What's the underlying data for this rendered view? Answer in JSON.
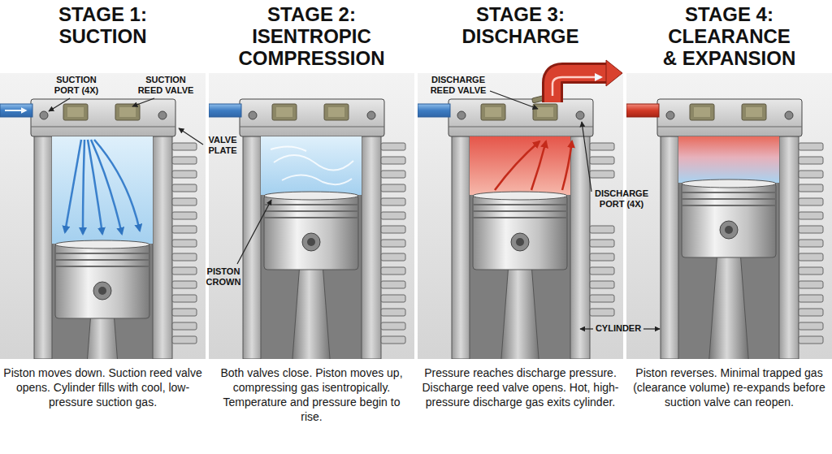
{
  "diagram": {
    "nodes": [
      {
        "text": [
          "STAGE 1: SUCTION",
          "Piston moves down. Suction reed valve opens. Cylinder fills with cool, low-pressure suction gas."
        ]
      },
      {
        "text": [
          "STAGE 2: ISENTROPIC COMPRESSION",
          "Both valves close. Piston moves up, compressing gas isentropically. Temperature and pressure begin to rise."
        ]
      },
      {
        "text": [
          "STAGE 3: DISCHARGE",
          "Pressure reaches discharge pressure. Discharge reed valve opens. Hot, high-pressure discharge gas exits cylinder."
        ]
      },
      {
        "text": [
          "STAGE 4: CLEARANCE & EXPANSION",
          "Piston reverses. Minimal trapped gas (clearance volume) re-expands before suction valve can reopen."
        ]
      }
    ],
    "labels": [
      "SUCTION PORT (4X)",
      "SUCTION REED VALVE",
      "VALVE PLATE",
      "PISTON CROWN",
      "DISCHARGE REED VALVE",
      "DISCHARGE PORT (4X)",
      "CYLINDER"
    ]
  }
}
